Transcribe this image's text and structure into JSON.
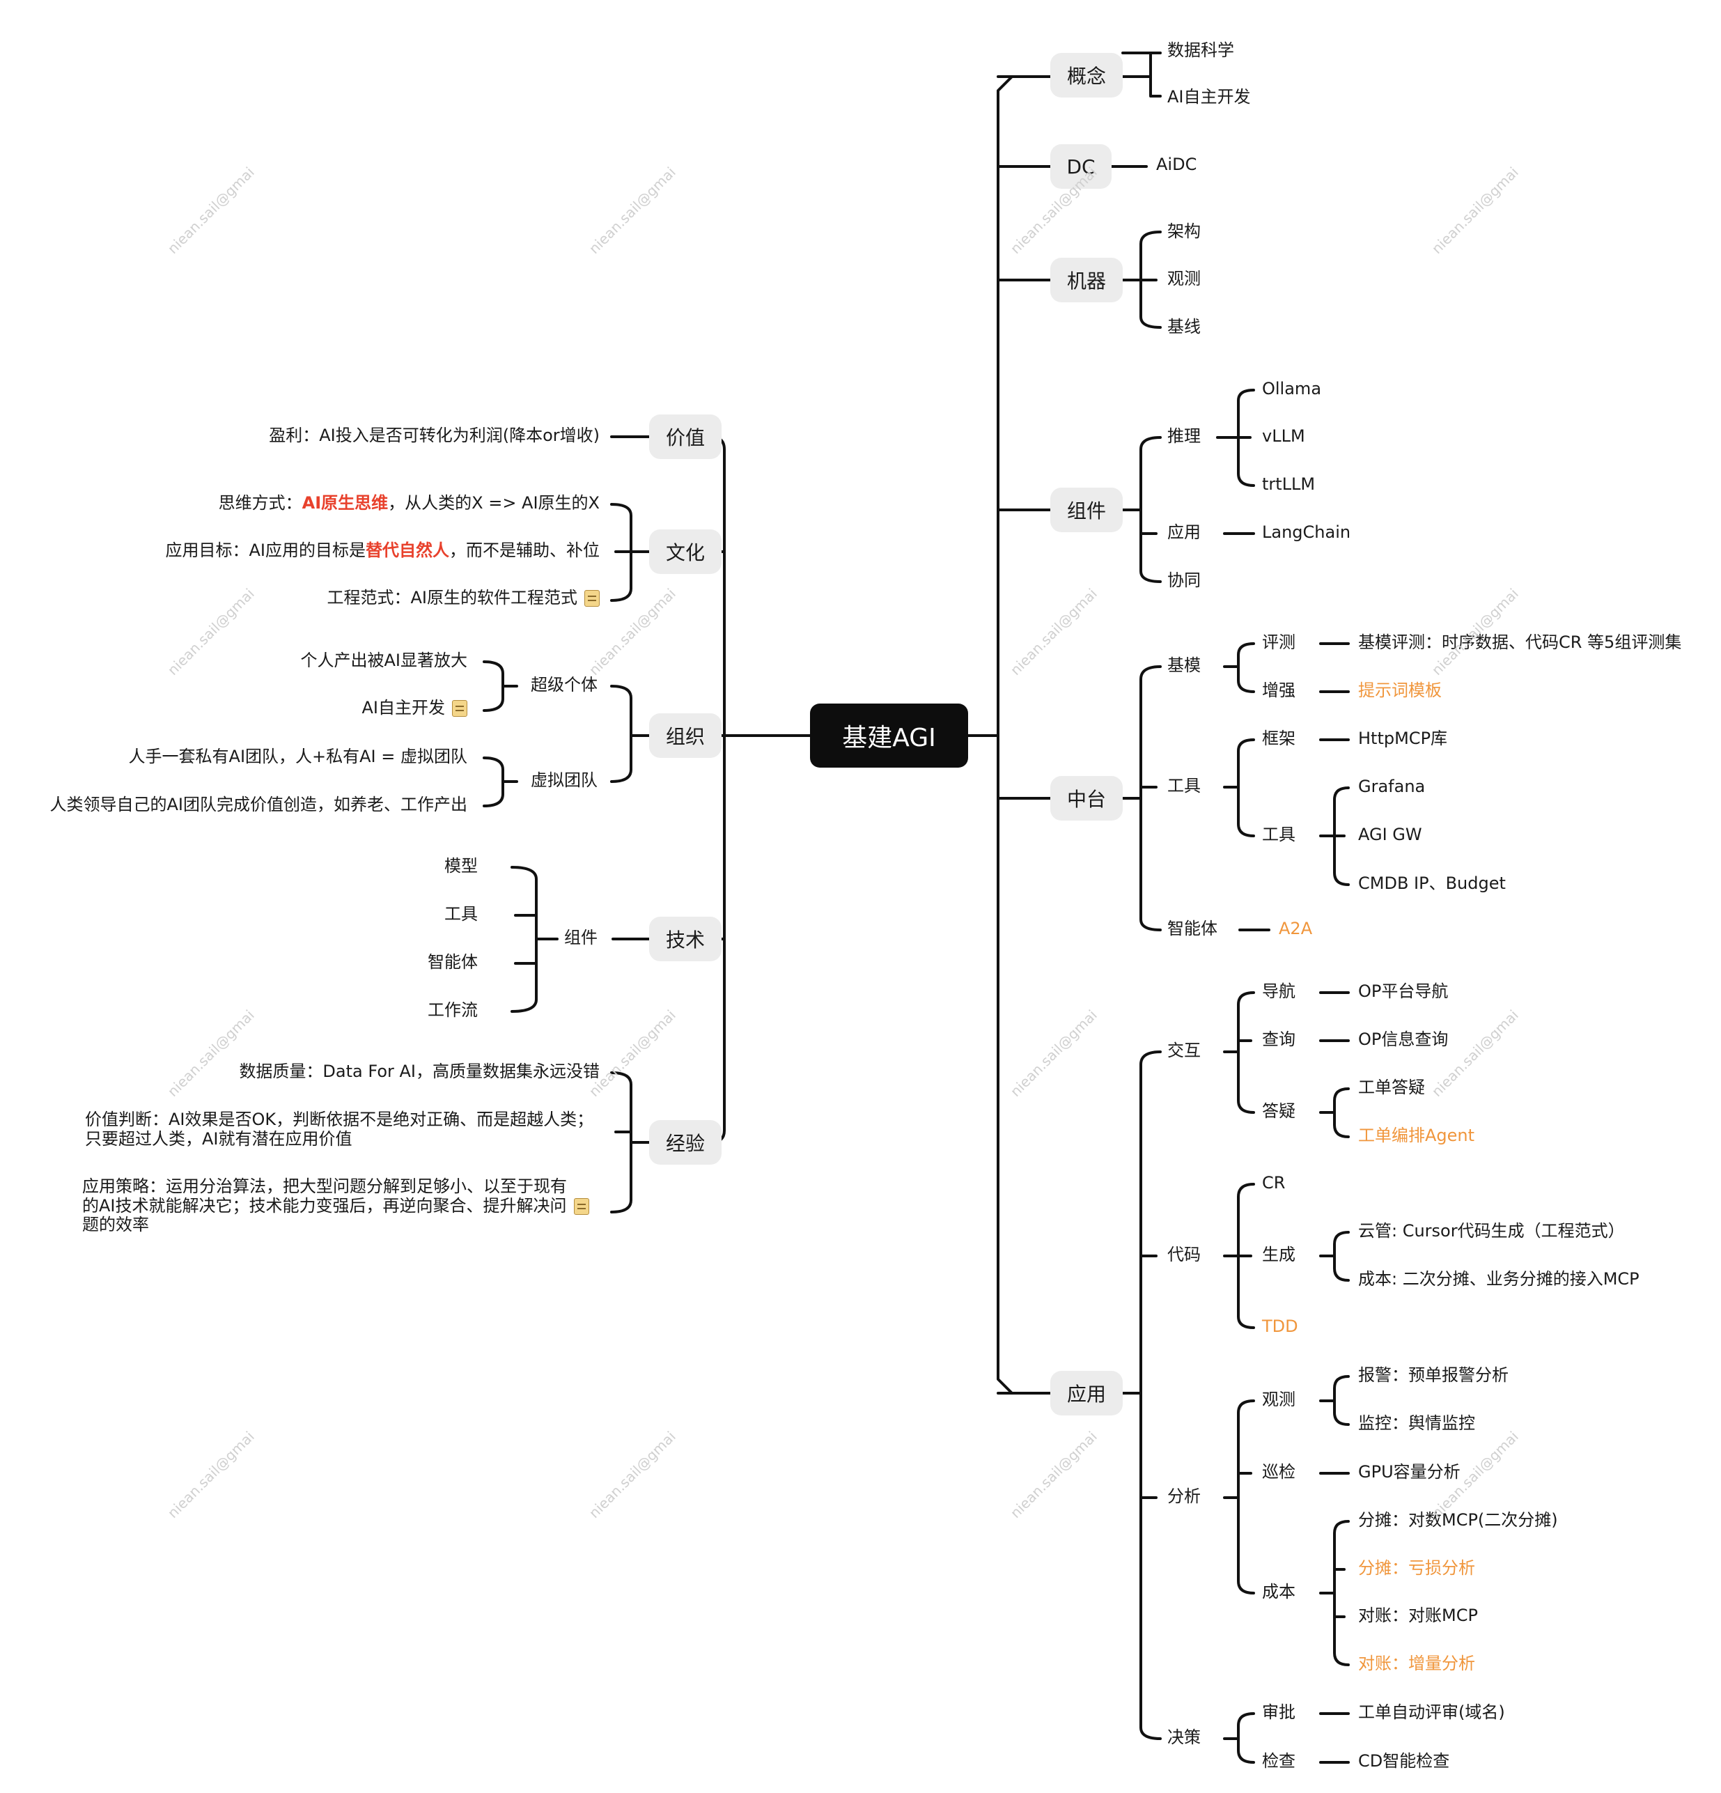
{
  "root": "基建AGI",
  "right": {
    "concept": {
      "label": "概念",
      "items": [
        "数据科学",
        "AI自主开发"
      ]
    },
    "dc": {
      "label": "DC",
      "items": [
        "AiDC"
      ]
    },
    "machine": {
      "label": "机器",
      "items": [
        "架构",
        "观测",
        "基线"
      ]
    },
    "component": {
      "label": "组件",
      "infer": {
        "label": "推理",
        "items": [
          "Ollama",
          "vLLM",
          "trtLLM"
        ]
      },
      "app": {
        "label": "应用",
        "items": [
          "LangChain"
        ]
      },
      "collab": {
        "label": "协同"
      }
    },
    "platform": {
      "label": "中台",
      "base": {
        "label": "基模",
        "eval": {
          "label": "评测",
          "item": "基模评测：时序数据、代码CR 等5组评测集"
        },
        "enhance": {
          "label": "增强",
          "item": "提示词模板"
        }
      },
      "tools": {
        "label": "工具",
        "framework": {
          "label": "框架",
          "item": "HttpMCP库"
        },
        "tool": {
          "label": "工具",
          "items": [
            "Grafana",
            "AGI GW",
            "CMDB IP、Budget"
          ]
        }
      },
      "agent": {
        "label": "智能体",
        "item": "A2A"
      }
    },
    "application": {
      "label": "应用",
      "interact": {
        "label": "交互",
        "nav": {
          "label": "导航",
          "item": "OP平台导航"
        },
        "query": {
          "label": "查询",
          "item": "OP信息查询"
        },
        "qa": {
          "label": "答疑",
          "items": [
            "工单答疑",
            "工单编排Agent"
          ]
        }
      },
      "code": {
        "label": "代码",
        "cr": "CR",
        "gen": {
          "label": "生成",
          "items": [
            "云管: Cursor代码生成（工程范式）",
            "成本: 二次分摊、业务分摊的接入MCP"
          ]
        },
        "tdd": "TDD"
      },
      "analysis": {
        "label": "分析",
        "observe": {
          "label": "观测",
          "items": [
            "报警：预单报警分析",
            "监控：舆情监控"
          ]
        },
        "inspect": {
          "label": "巡检",
          "item": "GPU容量分析"
        },
        "cost": {
          "label": "成本",
          "items": [
            "分摊：对数MCP(二次分摊)",
            "分摊：亏损分析",
            "对账：对账MCP",
            "对账：增量分析"
          ]
        }
      },
      "decision": {
        "label": "决策",
        "approve": {
          "label": "审批",
          "item": "工单自动评审(域名)"
        },
        "check": {
          "label": "检查",
          "item": "CD智能检查"
        }
      }
    }
  },
  "left": {
    "value": {
      "label": "价值",
      "items": [
        "盈利：AI投入是否可转化为利润(降本or增收)"
      ]
    },
    "culture": {
      "label": "文化",
      "thinking": {
        "prefix": "思维方式：",
        "highlight": "AI原生思维",
        "suffix": "，从人类的X => AI原生的X"
      },
      "goal": {
        "prefix": "应用目标：AI应用的目标是",
        "highlight": "替代自然人",
        "suffix": "，而不是辅助、补位"
      },
      "engineering": "工程范式：AI原生的软件工程范式"
    },
    "org": {
      "label": "组织",
      "super": {
        "label": "超级个体",
        "items": [
          "个人产出被AI显著放大",
          "AI自主开发"
        ]
      },
      "virtual": {
        "label": "虚拟团队",
        "items": [
          "人手一套私有AI团队，人+私有AI = 虚拟团队",
          "人类领导自己的AI团队完成价值创造，如养老、工作产出"
        ]
      }
    },
    "tech": {
      "label": "技术",
      "component": {
        "label": "组件",
        "items": [
          "模型",
          "工具",
          "智能体",
          "工作流"
        ]
      }
    },
    "experience": {
      "label": "经验",
      "quality": "数据质量：Data For AI，高质量数据集永远没错",
      "judge": [
        "价值判断：AI效果是否OK，判断依据不是绝对正确、而是超越人类；",
        "只要超过人类，AI就有潜在应用价值"
      ],
      "strategy": [
        "应用策略：运用分治算法，把大型问题分解到足够小、以至于现有",
        "的AI技术就能解决它；技术能力变强后，再逆向聚合、提升解决问",
        "题的效率"
      ]
    }
  },
  "watermark": "niean.sail@gmai"
}
